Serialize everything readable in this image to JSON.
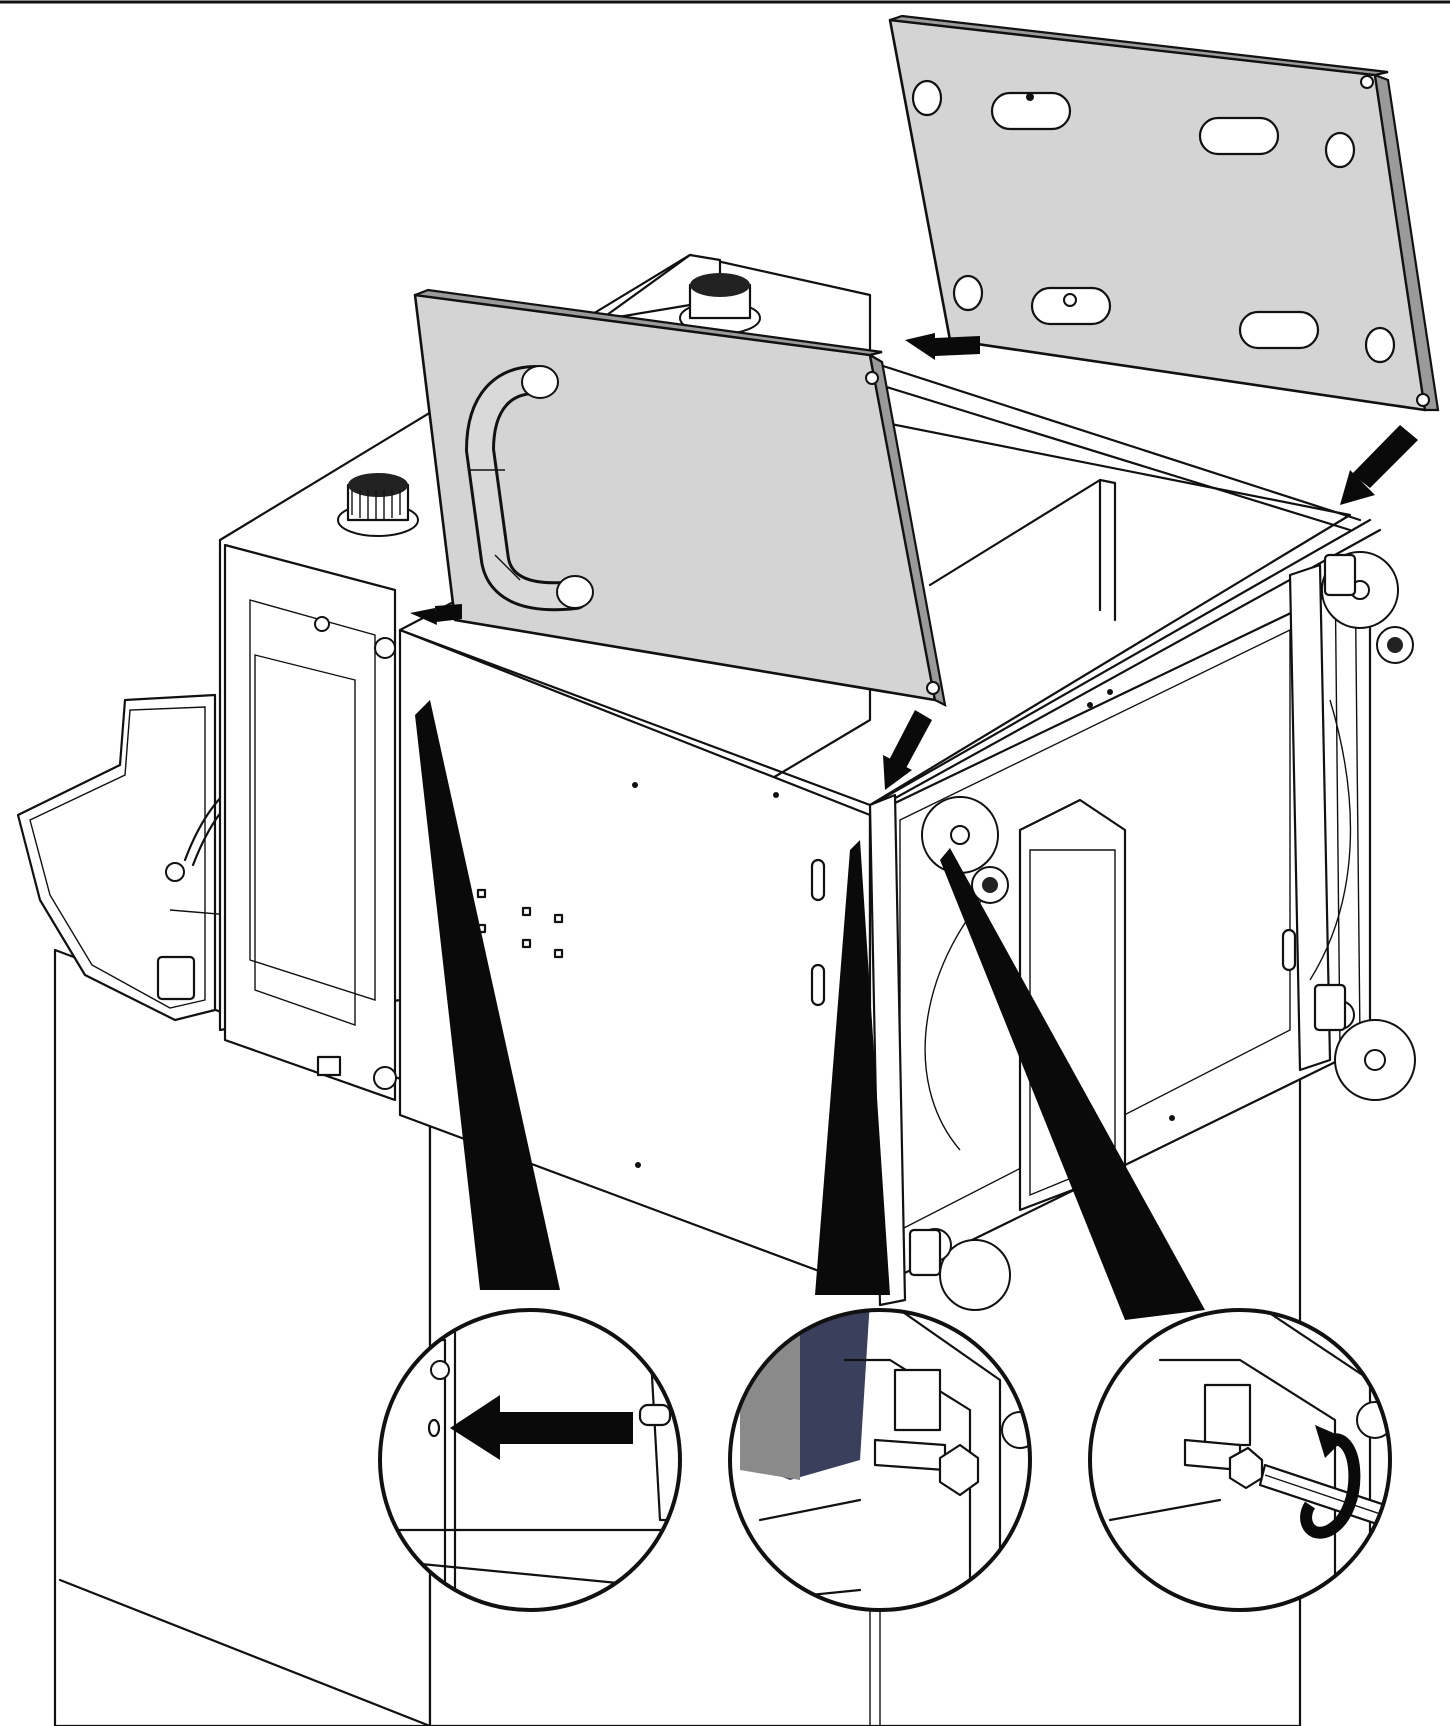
{
  "figure": {
    "description_free": true,
    "callouts": [
      {
        "id": "detail-1",
        "content": "pin-into-hole"
      },
      {
        "id": "detail-2",
        "content": "bolt-bracket"
      },
      {
        "id": "detail-3",
        "content": "screwdriver-tighten"
      }
    ],
    "icons": [
      "arrow-icon",
      "rotate-arrow-icon",
      "screwdriver-icon"
    ],
    "colors": {
      "line": "#111111",
      "panel_fill": "#d4d4d4",
      "edge_fill": "#9a9a9a",
      "accent_blue": "#3a3f5c"
    }
  }
}
